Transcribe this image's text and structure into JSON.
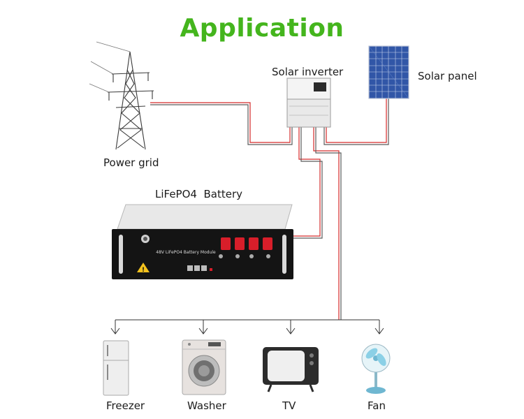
{
  "title": "Application",
  "nodes": {
    "power_grid": "Power grid",
    "solar_inverter": "Solar inverter",
    "solar_panel": "Solar panel",
    "battery": "LiFePO4  Battery",
    "battery_module_text": "48V LiFePO4 Battery Module"
  },
  "appliances": [
    "Freezer",
    "Washer",
    "TV",
    "Fan"
  ],
  "colors": {
    "title": "#44b51d",
    "wire_red": "#d42a2a",
    "wire_dark": "#5a5a5a",
    "battery_body": "#141414",
    "terminal_red": "#d81e2a"
  }
}
